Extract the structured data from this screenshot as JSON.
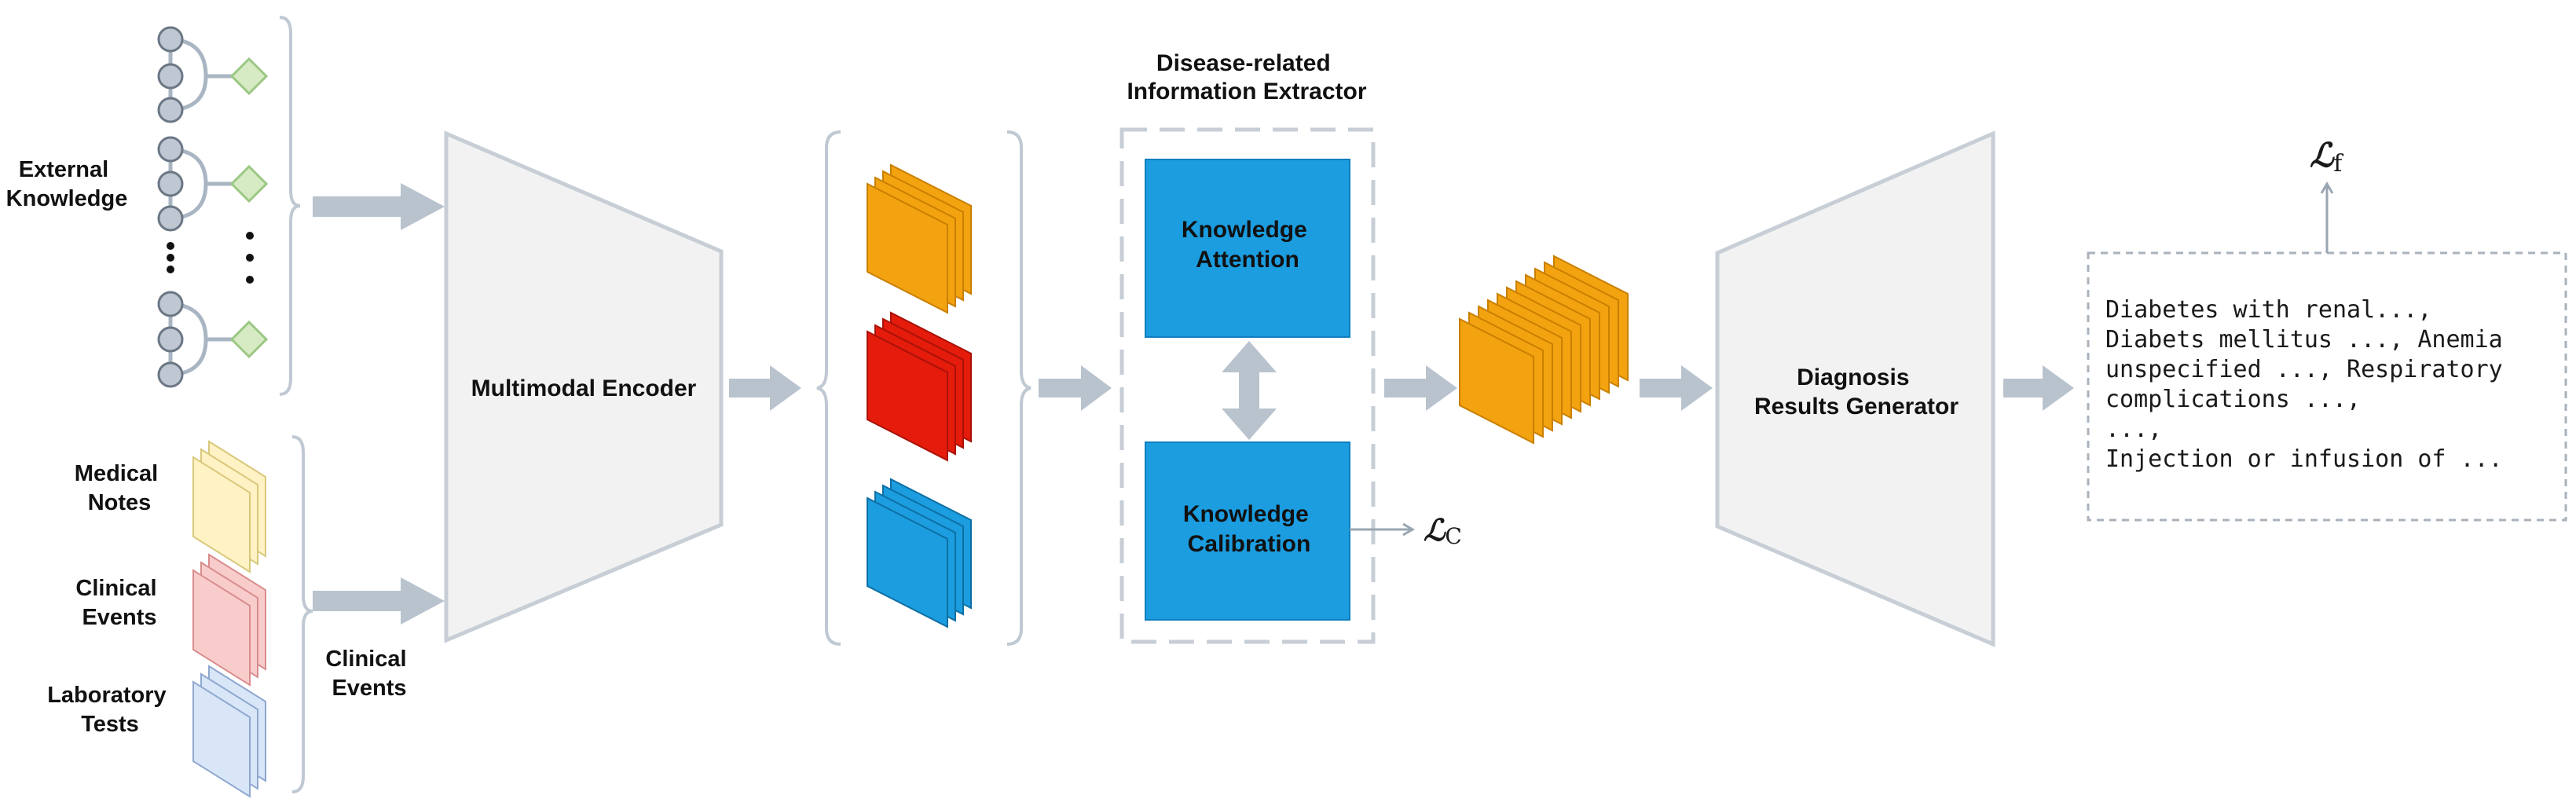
{
  "inputs": {
    "external_knowledge": [
      "External",
      "Knowledge"
    ],
    "medical_notes": [
      "Medical",
      "Notes"
    ],
    "clinical_events": [
      "Clinical",
      "Events"
    ],
    "laboratory_tests": [
      "Laboratory",
      "Tests"
    ],
    "clinical_events_group": [
      "Clinical",
      "Events"
    ]
  },
  "encoder": {
    "label": "Multimodal Encoder"
  },
  "extractor": {
    "title": [
      "Disease-related",
      "Information Extractor"
    ],
    "attention": [
      "Knowledge",
      "Attention"
    ],
    "calibration": [
      "Knowledge",
      "Calibration"
    ],
    "loss_symbol": "ℒ",
    "loss_sub": "C"
  },
  "generator": {
    "label": [
      "Diagnosis",
      "Results Generator"
    ]
  },
  "output": {
    "lines": [
      "Diabetes with renal...,",
      "Diabets mellitus ..., Anemia",
      "unspecified ..., Respiratory",
      "complications ...,",
      "...,",
      "Injection or infusion of ..."
    ],
    "loss_symbol": "ℒ",
    "loss_sub": "f"
  },
  "colors": {
    "orange": "#F2A30F",
    "red": "#E51B0C",
    "blue": "#1B9DE0",
    "arrow": "#B9C3CE",
    "trapezoid_fill": "#F2F2F2",
    "trapezoid_stroke": "#C7CED6",
    "node": "#BFC8D2",
    "diamond": "#D6EBC4",
    "notes": "#FFF2C4",
    "events": "#F9CCCC",
    "tests": "#D8E6F8"
  }
}
